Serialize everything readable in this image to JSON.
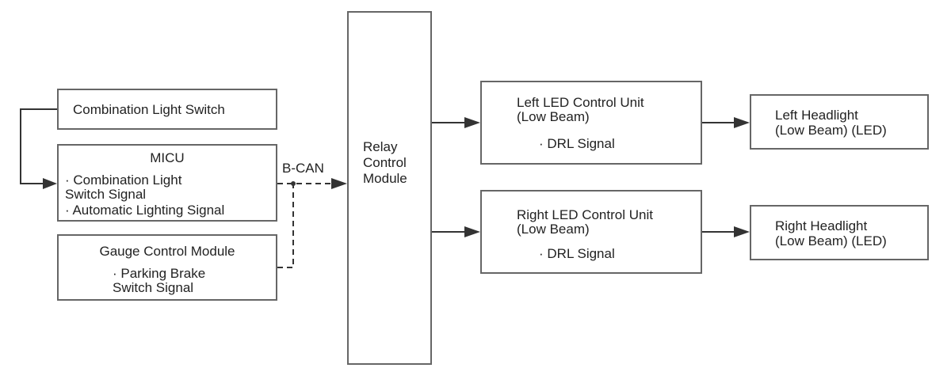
{
  "blocks": {
    "combination_switch": {
      "title": "Combination Light Switch"
    },
    "micu": {
      "title": "MICU",
      "signal_1_line_1": "· Combination Light",
      "signal_1_line_2": "Switch Signal",
      "signal_2": "· Automatic Lighting Signal"
    },
    "gauge": {
      "title": "Gauge Control Module",
      "signal_line_1": "· Parking Brake",
      "signal_line_2": "Switch Signal"
    },
    "relay": {
      "line_1": "Relay",
      "line_2": "Control",
      "line_3": "Module"
    },
    "left_led": {
      "line_1": "Left LED Control Unit",
      "line_2": "(Low Beam)",
      "signal": "· DRL Signal"
    },
    "right_led": {
      "line_1": "Right LED Control Unit",
      "line_2": "(Low Beam)",
      "signal": "· DRL Signal"
    },
    "left_headlight": {
      "line_1": "Left Headlight",
      "line_2": "(Low Beam) (LED)"
    },
    "right_headlight": {
      "line_1": "Right Headlight",
      "line_2": "(Low Beam) (LED)"
    }
  },
  "bus_label": "B-CAN",
  "colors": {
    "line": "#333333",
    "border": "#666666",
    "text": "#222222"
  }
}
